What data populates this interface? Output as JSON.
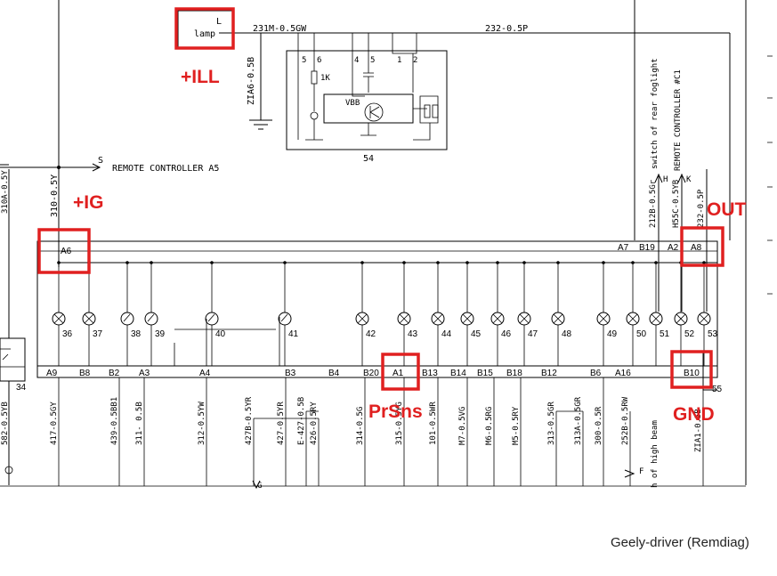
{
  "lamp": {
    "label": "lamp",
    "pin": "L"
  },
  "top_wires": {
    "w1": "231M-0.5GW",
    "w2": "232-0.5P"
  },
  "component54": {
    "id": "54",
    "pins": [
      "5",
      "6",
      "4",
      "5",
      "1",
      "2"
    ],
    "resistor": "1K",
    "transistor": "VBB",
    "ground_wire": "ZIA6-0.5B"
  },
  "remote_line": {
    "pin": "S",
    "label": "REMOTE CONTROLLER A5"
  },
  "left_edge": {
    "w_top": "310A-0.5Y",
    "connector": "34",
    "w_bottom": "582-0.5YB"
  },
  "vertical_top": {
    "ig_wire": "310-0.5Y",
    "fog_wire": "212B-0.5Gr",
    "fog_pin": "H",
    "fog_label": "switch of rear foglight",
    "ctrl_wire": "H55C-0.5YB",
    "ctrl_pin": "K",
    "ctrl_label": "REMOTE CONTROLLER #C1",
    "out_wire": "232-0.5P"
  },
  "connector_top": [
    "A6",
    "A7",
    "B19",
    "A2",
    "A8"
  ],
  "lamps": [
    "36",
    "37",
    "38",
    "39",
    "40",
    "41",
    "42",
    "43",
    "44",
    "45",
    "46",
    "47",
    "48",
    "49",
    "50",
    "51",
    "52",
    "53"
  ],
  "connector_bottom": [
    "A9",
    "B8",
    "B2",
    "A3",
    "A4",
    "B3",
    "B4",
    "B20",
    "A1",
    "B13",
    "B14",
    "B15",
    "B18",
    "B12",
    "B6",
    "A16",
    "B10"
  ],
  "bottom_ground": "55",
  "bottom_wires": [
    "417-0.5GY",
    "439-0.5BB1",
    "311- 0.5B",
    "312-0.5YW",
    "427B-0.5YR",
    "427-0.5YR",
    "E-427-0.5B",
    "426-0.5RY",
    "314-0.5G",
    "315-0.5YG",
    "101-0.5WR",
    "M7-0.5VG",
    "M6-0.5RG",
    "M5-0.5RY",
    "313-0.5GR",
    "313A-0.5GR",
    "300-0.5R",
    "252B-0.5RW",
    "ZIA1-0.5B"
  ],
  "bottom_misc": {
    "g_pin": "G",
    "f_pin": "F",
    "hb_label": "h of high beam"
  },
  "annotations": {
    "ill": "+ILL",
    "ig": "+IG",
    "out": "OUT",
    "gnd": "GND",
    "prsns": "PrSns"
  },
  "colors": {
    "highlight": "#e02020",
    "line": "#000000"
  },
  "credit": "Geely-driver (Remdiag)"
}
